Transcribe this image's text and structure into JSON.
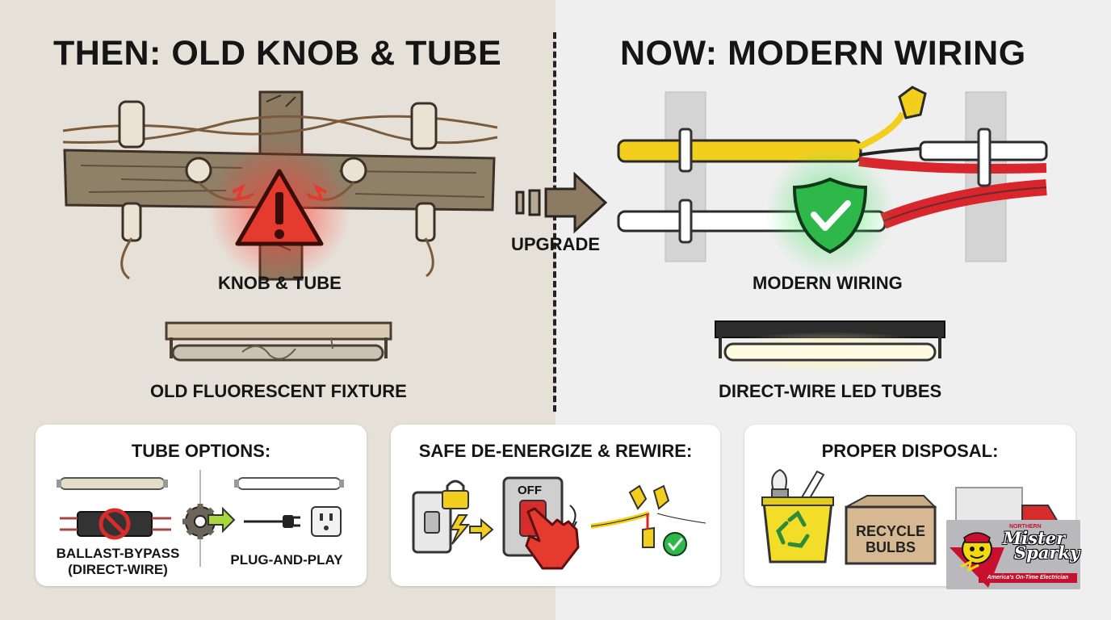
{
  "left_title": "THEN: OLD KNOB & TUBE",
  "right_title": "NOW: MODERN WIRING",
  "upgrade_label": "UPGRADE",
  "left_labels": {
    "wiring": "KNOB & TUBE",
    "fixture": "OLD FLUORESCENT FIXTURE"
  },
  "right_labels": {
    "wiring": "MODERN WIRING",
    "fixture": "DIRECT-WIRE LED TUBES"
  },
  "cards": {
    "tube_options": {
      "title": "TUBE OPTIONS:",
      "option_a": "BALLAST-BYPASS\n(DIRECT-WIRE)",
      "option_b": "PLUG-AND-PLAY"
    },
    "deenergize": {
      "title": "SAFE DE-ENERGIZE & REWIRE:",
      "switch_label": "OFF"
    },
    "disposal": {
      "title": "PROPER DISPOSAL:",
      "box_text": "RECYCLE\nBULBS"
    }
  },
  "logo": {
    "brand_line1": "Mister",
    "brand_line2": "Sparky",
    "small_text": "NORTHERN",
    "tagline": "America's On-Time Electrician"
  },
  "colors": {
    "warning_red": "#e53a2e",
    "safe_green": "#2eb84a",
    "wire_yellow": "#f2cf1d",
    "wire_red": "#d8262c",
    "wood": "#8b7a62"
  },
  "icons": [
    "warning-icon",
    "shield-check-icon",
    "arrow-right-icon",
    "gear-icon",
    "plug-icon",
    "outlet-icon",
    "padlock-icon",
    "lightning-icon",
    "hand-icon",
    "wire-nut-icon",
    "check-icon",
    "recycle-icon",
    "truck-icon",
    "cfl-bulb-icon"
  ]
}
